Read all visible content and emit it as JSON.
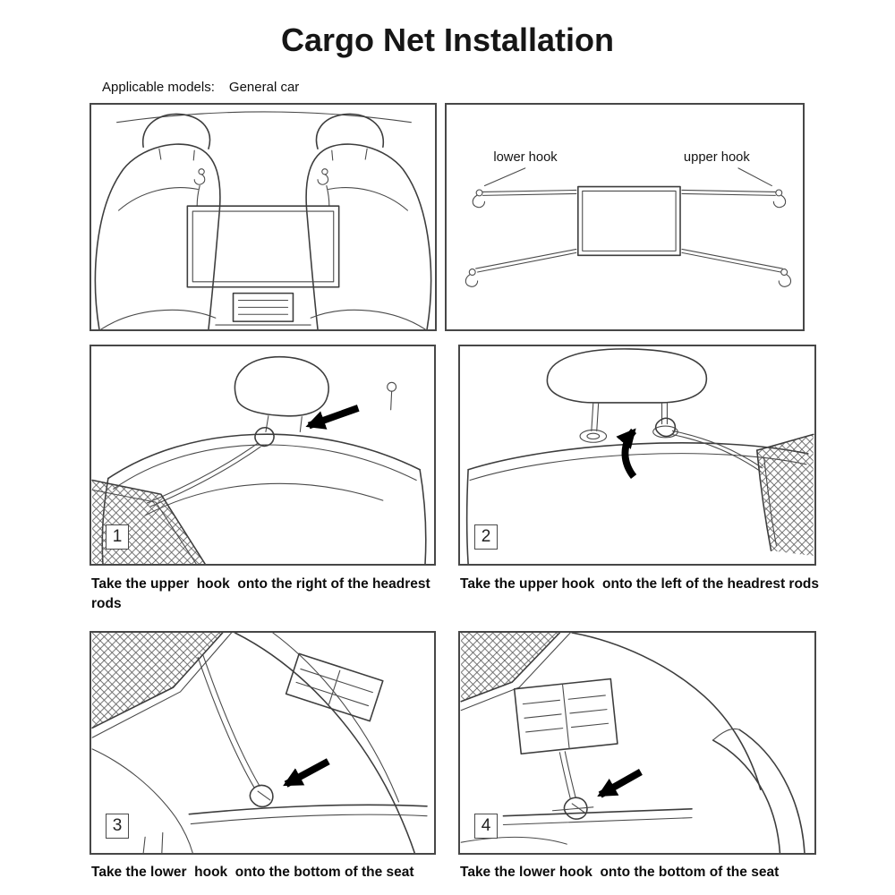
{
  "title": "Cargo Net Installation",
  "applicable": {
    "label": "Applicable models:",
    "value": "General car"
  },
  "overview": {
    "lower_hook_label": "lower hook",
    "upper_hook_label": "upper hook"
  },
  "steps": [
    {
      "number": "1",
      "caption": "Take the upper  hook  onto the right of the headrest rods"
    },
    {
      "number": "2",
      "caption": "Take the upper hook  onto the left of the headrest rods"
    },
    {
      "number": "3",
      "caption": "Take the lower  hook  onto the bottom of the seat"
    },
    {
      "number": "4",
      "caption": "Take the lower hook  onto the bottom of the seat"
    }
  ],
  "colors": {
    "line": "#3d3d3d",
    "panel_border": "#474747",
    "arrow": "#000000",
    "text": "#101010"
  }
}
